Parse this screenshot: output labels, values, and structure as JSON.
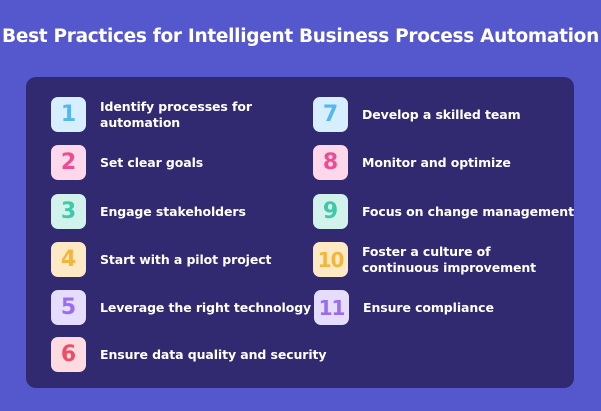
{
  "title": "Best Practices for Intelligent Business Process Automation",
  "colors": {
    "background": "#5557cd",
    "panel": "#312a70",
    "text": "#ffffff"
  },
  "practices": [
    {
      "number": "1",
      "label_lines": [
        "Identify processes for",
        "automation"
      ],
      "color": "blue"
    },
    {
      "number": "2",
      "label_lines": [
        "Set clear goals"
      ],
      "color": "pink"
    },
    {
      "number": "3",
      "label_lines": [
        "Engage stakeholders"
      ],
      "color": "teal"
    },
    {
      "number": "4",
      "label_lines": [
        "Start with a pilot project"
      ],
      "color": "yellow"
    },
    {
      "number": "5",
      "label_lines": [
        "Leverage the right technology"
      ],
      "color": "purple"
    },
    {
      "number": "6",
      "label_lines": [
        "Ensure data quality and security"
      ],
      "color": "red"
    },
    {
      "number": "7",
      "label_lines": [
        "Develop a skilled team"
      ],
      "color": "blue"
    },
    {
      "number": "8",
      "label_lines": [
        "Monitor and optimize"
      ],
      "color": "pink"
    },
    {
      "number": "9",
      "label_lines": [
        "Focus on change management"
      ],
      "color": "teal"
    },
    {
      "number": "10",
      "label_lines": [
        "Foster a culture of",
        "continuous improvement"
      ],
      "color": "yellow"
    },
    {
      "number": "11",
      "label_lines": [
        "Ensure compliance"
      ],
      "color": "purple"
    }
  ]
}
